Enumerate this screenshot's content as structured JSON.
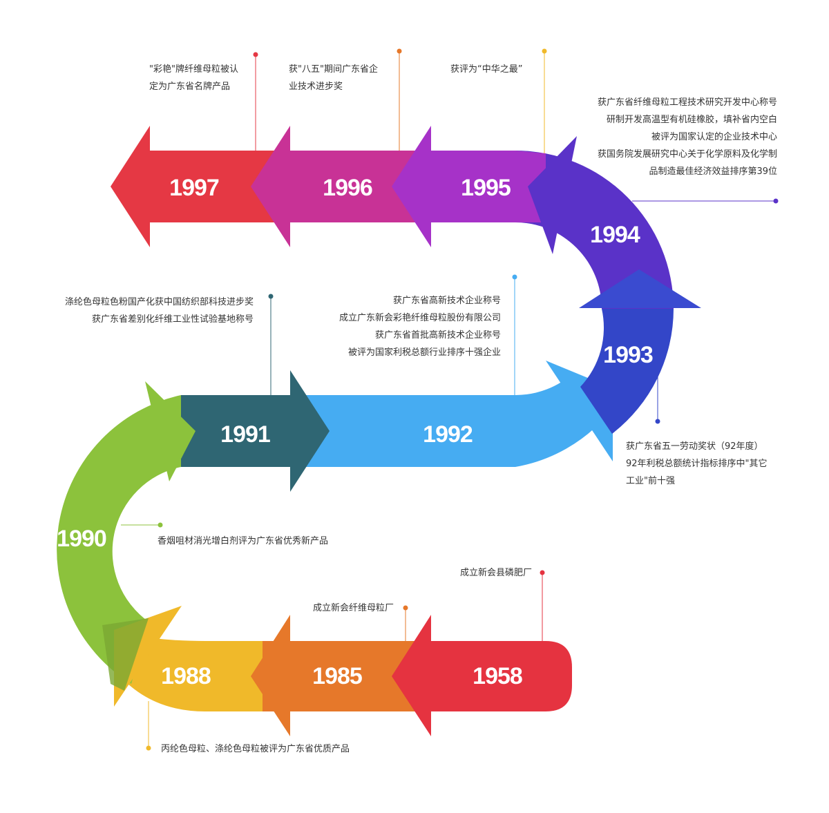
{
  "colors": {
    "y1997": "#e53844",
    "y1996": "#c83296",
    "y1995": "#a632c8",
    "y1994": "#5a32c8",
    "y1993": "#3346c8",
    "y1992": "#46acf2",
    "y1991": "#2f6673",
    "y1990": "#8cc23c",
    "y1988": "#f0b92a",
    "y1985": "#e6782a",
    "y1958": "#e53340"
  },
  "timeline": [
    {
      "year": "1997",
      "notes": [
        "\"彩艳\"牌纤维母粒被认",
        "定为广东省名牌产品"
      ]
    },
    {
      "year": "1996",
      "notes": [
        "获\"八五\"期间广东省企",
        "业技术进步奖"
      ]
    },
    {
      "year": "1995",
      "notes": [
        "获评为“中华之最”"
      ]
    },
    {
      "year": "1994",
      "notes": [
        "获广东省纤维母粒工程技术研究开发中心称号",
        "研制开发高温型有机硅橡胶，填补省内空白",
        "被评为国家认定的企业技术中心",
        "获国务院发展研究中心关于化学原料及化学制",
        "品制造最佳经济效益排序第39位"
      ]
    },
    {
      "year": "1993",
      "notes": [
        "获广东省五一劳动奖状（92年度）",
        "92年利税总额统计指标排序中\"其它",
        "工业\"前十强"
      ]
    },
    {
      "year": "1992",
      "notes": [
        "获广东省高新技术企业称号",
        "成立广东新会彩艳纤维母粒股份有限公司",
        "获广东省首批高新技术企业称号",
        "被评为国家利税总额行业排序十强企业"
      ]
    },
    {
      "year": "1991",
      "notes": [
        "涤纶色母粒色粉国产化获中国纺织部科技进步奖",
        "获广东省差别化纤维工业性试验基地称号"
      ]
    },
    {
      "year": "1990",
      "notes": [
        "香烟咀材消光增白剂评为广东省优秀新产品"
      ]
    },
    {
      "year": "1988",
      "notes": [
        "丙纶色母粒、涤纶色母粒被评为广东省优质产品"
      ]
    },
    {
      "year": "1985",
      "notes": [
        "成立新会纤维母粒厂"
      ]
    },
    {
      "year": "1958",
      "notes": [
        "成立新会县磷肥厂"
      ]
    }
  ]
}
